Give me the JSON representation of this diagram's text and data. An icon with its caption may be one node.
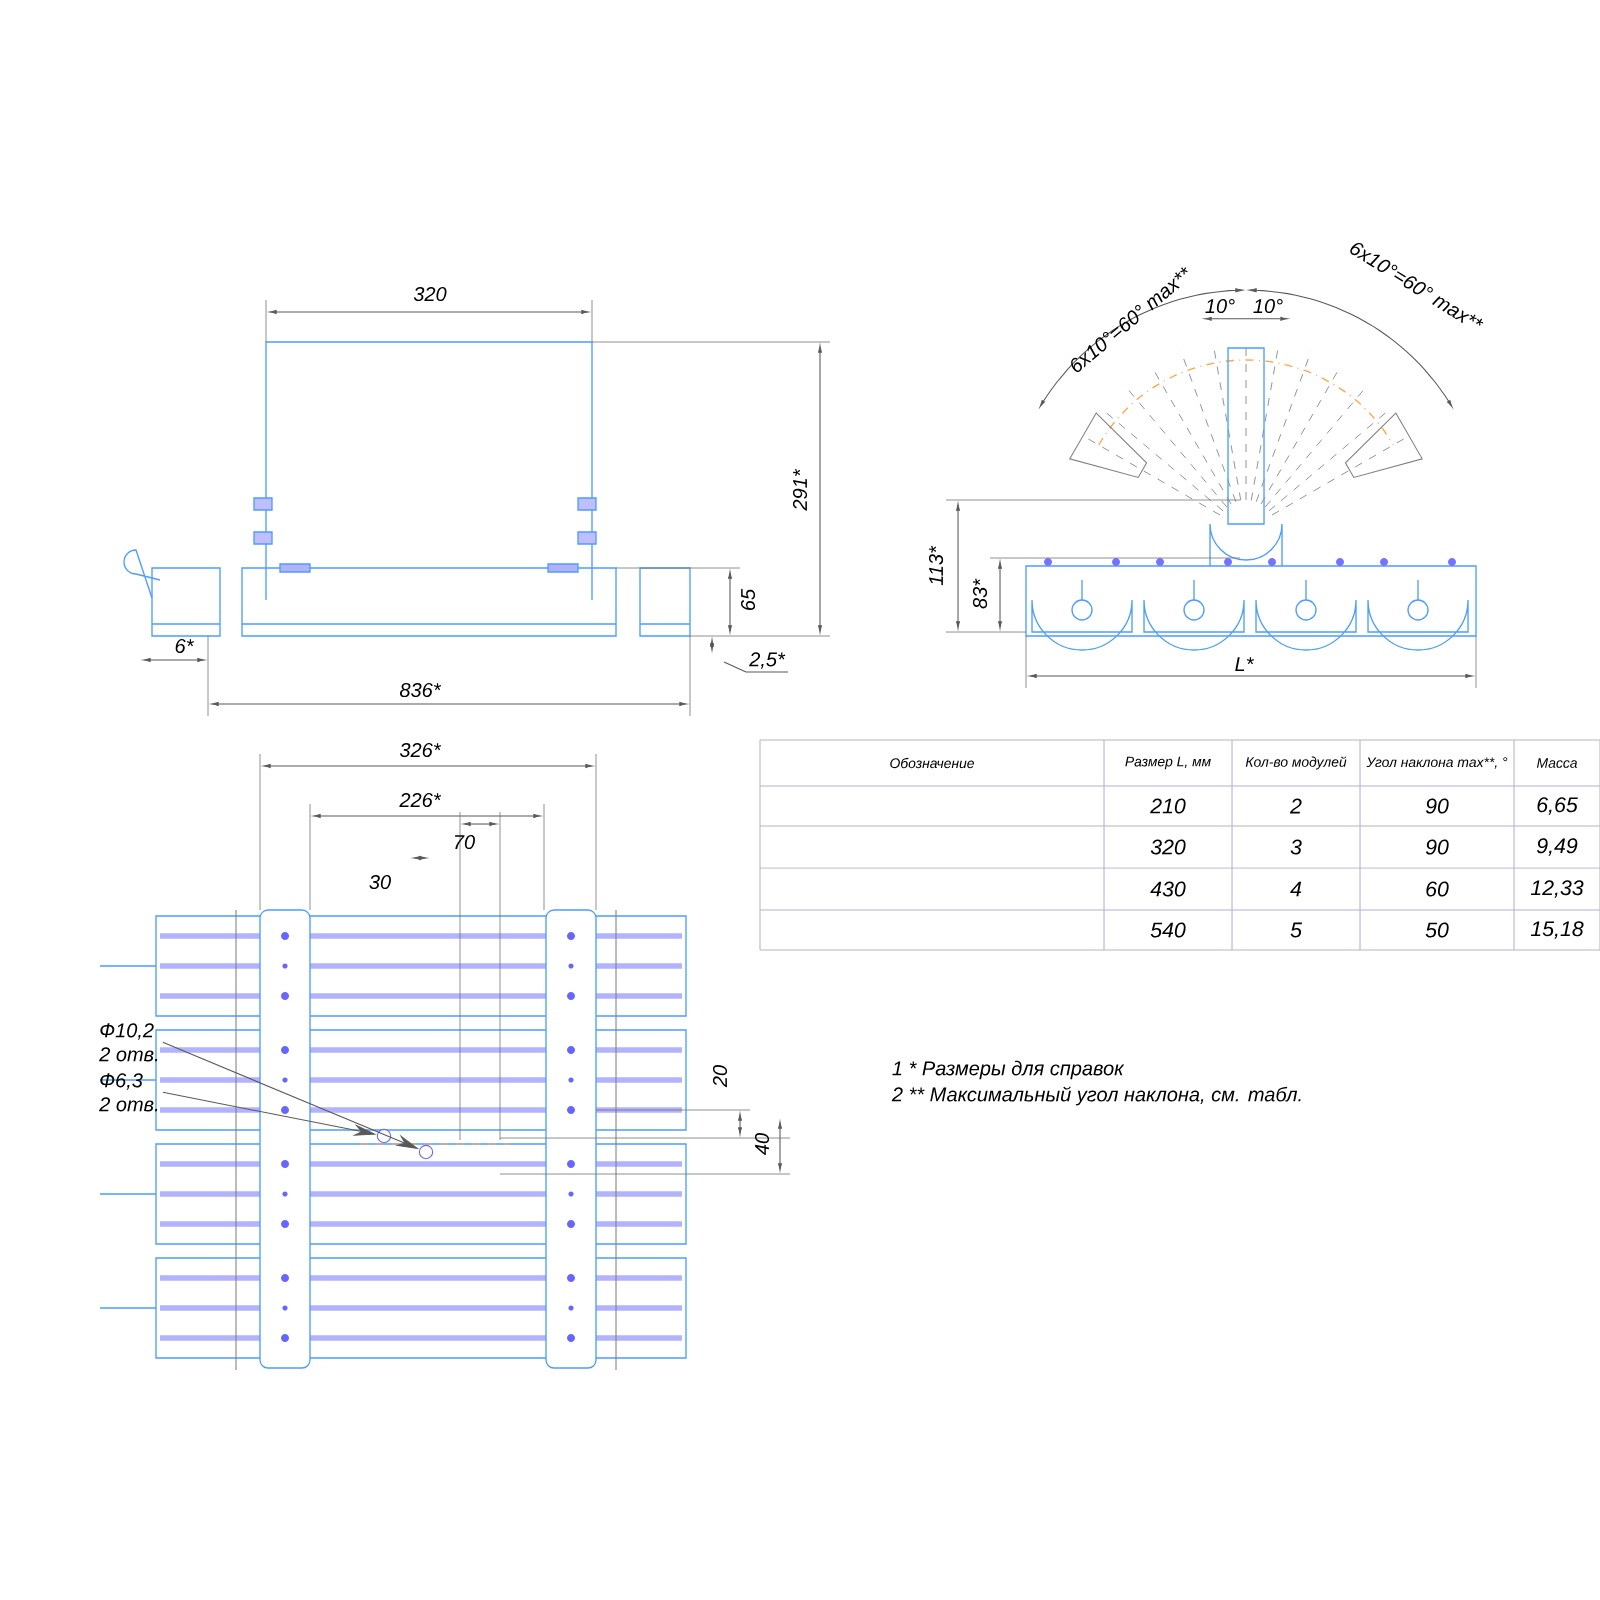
{
  "diagram": {
    "nodes": [
      {
        "text": [
          "Ф10,2",
          "2 отв."
        ]
      },
      {
        "text": [],
        "shape": "circle"
      },
      {
        "text": [
          "Ф6,3",
          "2 отв."
        ]
      },
      {
        "text": [],
        "shape": "circle"
      },
      {
        "text": [
          "2,5*"
        ]
      }
    ],
    "edges": [
      {
        "from": 0,
        "to": 3,
        "arrow": "to"
      },
      {
        "from": 2,
        "to": 1,
        "arrow": "to"
      },
      {
        "from": 4,
        "to": null,
        "arrow": "none"
      }
    ],
    "labels": [
      "320",
      "291*",
      "65",
      "6*",
      "836*",
      "6x10°=60° max**",
      "10°",
      "10°",
      "6x10°=60° max**",
      "113*",
      "83*",
      "L*",
      "326*",
      "226*",
      "70",
      "30",
      "Обозначение",
      "Размер L, мм",
      "Кол-во модулей",
      "Угол наклона max**, °",
      "Масса",
      "210",
      "2",
      "90",
      "6,65",
      "320",
      "3",
      "90",
      "9,49",
      "430",
      "4",
      "60",
      "12,33",
      "540",
      "5",
      "50",
      "15,18",
      "20",
      "40",
      "1 * Размеры для справок",
      "2 ** Максимальный угол наклона, см. табл."
    ]
  }
}
